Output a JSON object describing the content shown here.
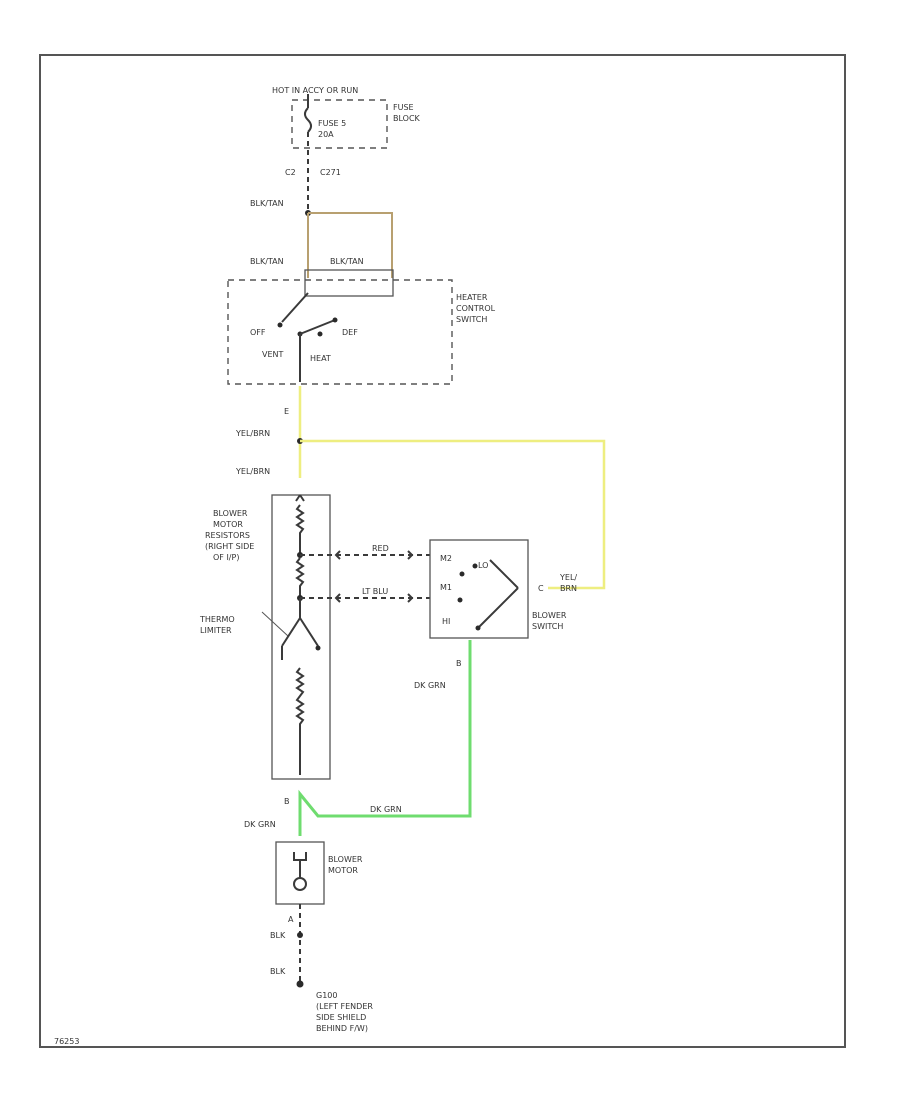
{
  "diagram": {
    "fuse_source": "HOT IN ACCY OR RUN",
    "fuse_block": [
      "FUSE",
      "BLOCK"
    ],
    "fuse": [
      "FUSE 5",
      "20A"
    ],
    "conn_c2": "C2",
    "conn_c271": "C271",
    "wire_blk_tan_1": "BLK/TAN",
    "wire_blk_tan_2": "BLK/TAN",
    "wire_blk_tan_3": "BLK/TAN",
    "heater_switch_label": [
      "HEATER",
      "CONTROL",
      "SWITCH"
    ],
    "pos_off": "OFF",
    "pos_def": "DEF",
    "pos_vent": "VENT",
    "pos_heat": "HEAT",
    "pin_e": "E",
    "wire_yel_brn_1": "YEL/BRN",
    "wire_yel_brn_2": "YEL/BRN",
    "resistor_label": [
      "BLOWER",
      "MOTOR",
      "RESISTORS",
      "(RIGHT SIDE",
      "OF I/P)"
    ],
    "thermo_limiter": [
      "THERMO",
      "LIMITER"
    ],
    "wire_to_sw_1": "RED",
    "wire_to_sw_2": "LT BLU",
    "switch_pos_m2": "M2",
    "switch_pos_lo": "LO",
    "switch_pos_m1": "M1",
    "switch_pos_hi": "HI",
    "switch_label": [
      "BLOWER",
      "SWITCH"
    ],
    "wire_yel_brn_sw": [
      "YEL/",
      "BRN"
    ],
    "switch_pin": "C",
    "pin_b_sw": "B",
    "wire_dk_grn_1": "DK GRN",
    "wire_dk_grn_2": "DK GRN",
    "wire_dk_grn_3": "DK GRN",
    "pin_b_motor": "B",
    "motor_label": [
      "BLOWER",
      "MOTOR"
    ],
    "pin_a": "A",
    "wire_blk_1": "BLK",
    "wire_blk_2": "BLK",
    "ground_label": [
      "G100",
      "(LEFT FENDER",
      "SIDE SHIELD",
      "BEHIND F/W)"
    ],
    "figure_id": "76253",
    "colors": {
      "yellow_wire": "#eeee80",
      "green_wire": "#6fdc6f",
      "tan_wire": "#b8a070",
      "frame": "#555555"
    }
  }
}
